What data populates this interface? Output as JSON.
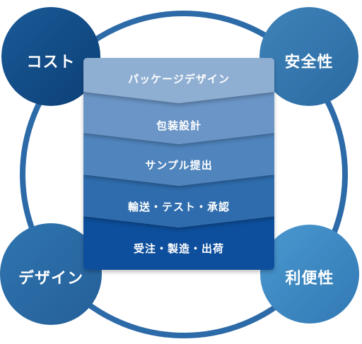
{
  "corners": {
    "top_left": "コスト",
    "top_right": "安全性",
    "bottom_left": "デザイン",
    "bottom_right": "利便性"
  },
  "steps": [
    "パッケージデザイン",
    "包装設計",
    "サンプル提出",
    "輸送・テスト・承認",
    "受注・製造・出荷"
  ],
  "colors": {
    "ring": "#2c6aa8",
    "corner_top_left": "#0f4a86",
    "corner_top_right": "#3577ad",
    "corner_bottom_left": "#2e6fa8",
    "corner_bottom_right": "#3a88c4",
    "step_1": "#8eaed2",
    "step_2": "#6a95c6",
    "step_3": "#4f84bd",
    "step_4": "#2f6cad",
    "step_5": "#0d4f9c"
  }
}
